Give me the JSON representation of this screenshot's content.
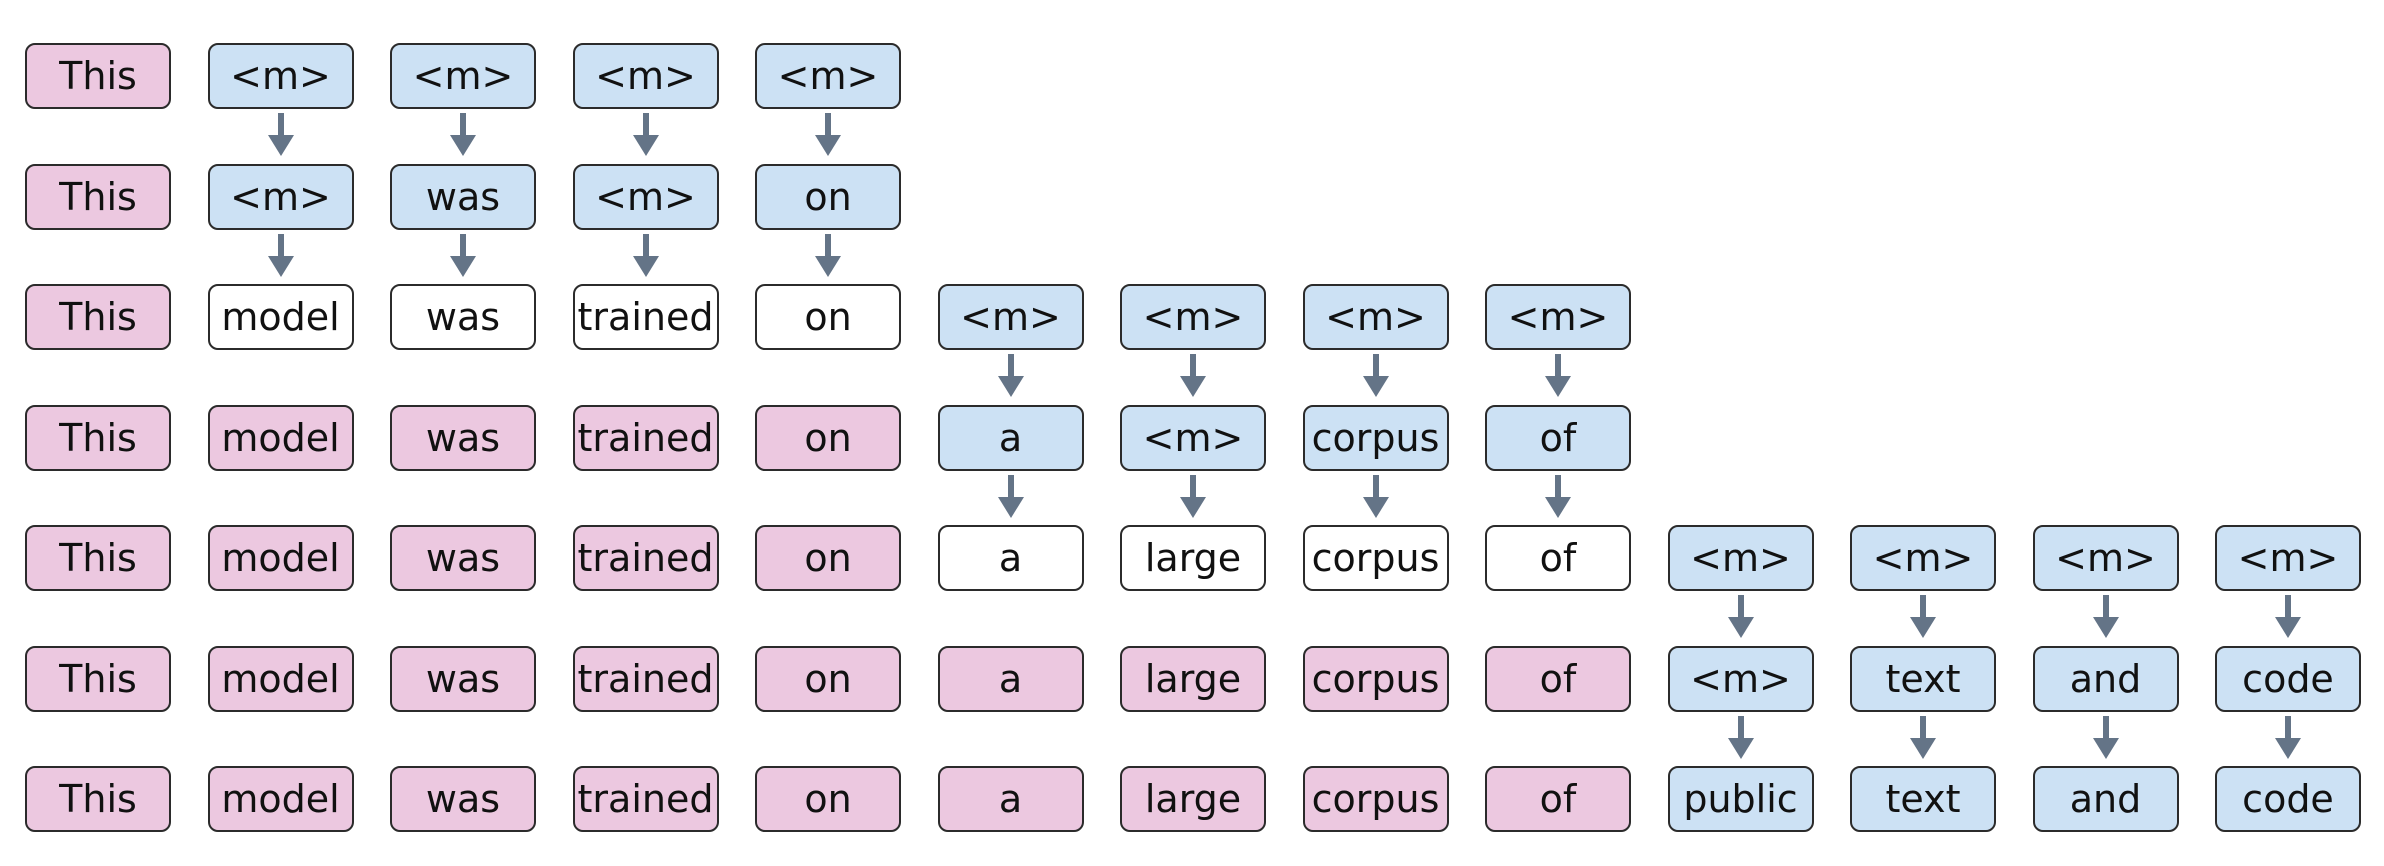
{
  "colors": {
    "prompt": "#ecc8e0",
    "masked": "#cce1f4",
    "fixed": "#ffffff",
    "border": "#2b2b2b",
    "arrow": "#647487"
  },
  "rows": [
    {
      "tokens": [
        {
          "text": "This",
          "kind": "prompt",
          "col": 0
        },
        {
          "text": "<m>",
          "kind": "masked",
          "col": 1
        },
        {
          "text": "<m>",
          "kind": "masked",
          "col": 2
        },
        {
          "text": "<m>",
          "kind": "masked",
          "col": 3
        },
        {
          "text": "<m>",
          "kind": "masked",
          "col": 4
        }
      ]
    },
    {
      "tokens": [
        {
          "text": "This",
          "kind": "prompt",
          "col": 0
        },
        {
          "text": "<m>",
          "kind": "masked",
          "col": 1
        },
        {
          "text": "was",
          "kind": "masked",
          "col": 2
        },
        {
          "text": "<m>",
          "kind": "masked",
          "col": 3
        },
        {
          "text": "on",
          "kind": "masked",
          "col": 4
        }
      ]
    },
    {
      "tokens": [
        {
          "text": "This",
          "kind": "prompt",
          "col": 0
        },
        {
          "text": "model",
          "kind": "fixed",
          "col": 1
        },
        {
          "text": "was",
          "kind": "fixed",
          "col": 2
        },
        {
          "text": "trained",
          "kind": "fixed",
          "col": 3
        },
        {
          "text": "on",
          "kind": "fixed",
          "col": 4
        },
        {
          "text": "<m>",
          "kind": "masked",
          "col": 5
        },
        {
          "text": "<m>",
          "kind": "masked",
          "col": 6
        },
        {
          "text": "<m>",
          "kind": "masked",
          "col": 7
        },
        {
          "text": "<m>",
          "kind": "masked",
          "col": 8
        }
      ]
    },
    {
      "tokens": [
        {
          "text": "This",
          "kind": "prompt",
          "col": 0
        },
        {
          "text": "model",
          "kind": "prompt",
          "col": 1
        },
        {
          "text": "was",
          "kind": "prompt",
          "col": 2
        },
        {
          "text": "trained",
          "kind": "prompt",
          "col": 3
        },
        {
          "text": "on",
          "kind": "prompt",
          "col": 4
        },
        {
          "text": "a",
          "kind": "masked",
          "col": 5
        },
        {
          "text": "<m>",
          "kind": "masked",
          "col": 6
        },
        {
          "text": "corpus",
          "kind": "masked",
          "col": 7
        },
        {
          "text": "of",
          "kind": "masked",
          "col": 8
        }
      ]
    },
    {
      "tokens": [
        {
          "text": "This",
          "kind": "prompt",
          "col": 0
        },
        {
          "text": "model",
          "kind": "prompt",
          "col": 1
        },
        {
          "text": "was",
          "kind": "prompt",
          "col": 2
        },
        {
          "text": "trained",
          "kind": "prompt",
          "col": 3
        },
        {
          "text": "on",
          "kind": "prompt",
          "col": 4
        },
        {
          "text": "a",
          "kind": "fixed",
          "col": 5
        },
        {
          "text": "large",
          "kind": "fixed",
          "col": 6
        },
        {
          "text": "corpus",
          "kind": "fixed",
          "col": 7
        },
        {
          "text": "of",
          "kind": "fixed",
          "col": 8
        },
        {
          "text": "<m>",
          "kind": "masked",
          "col": 9
        },
        {
          "text": "<m>",
          "kind": "masked",
          "col": 10
        },
        {
          "text": "<m>",
          "kind": "masked",
          "col": 11
        },
        {
          "text": "<m>",
          "kind": "masked",
          "col": 12
        }
      ]
    },
    {
      "tokens": [
        {
          "text": "This",
          "kind": "prompt",
          "col": 0
        },
        {
          "text": "model",
          "kind": "prompt",
          "col": 1
        },
        {
          "text": "was",
          "kind": "prompt",
          "col": 2
        },
        {
          "text": "trained",
          "kind": "prompt",
          "col": 3
        },
        {
          "text": "on",
          "kind": "prompt",
          "col": 4
        },
        {
          "text": "a",
          "kind": "prompt",
          "col": 5
        },
        {
          "text": "large",
          "kind": "prompt",
          "col": 6
        },
        {
          "text": "corpus",
          "kind": "prompt",
          "col": 7
        },
        {
          "text": "of",
          "kind": "prompt",
          "col": 8
        },
        {
          "text": "<m>",
          "kind": "masked",
          "col": 9
        },
        {
          "text": "text",
          "kind": "masked",
          "col": 10
        },
        {
          "text": "and",
          "kind": "masked",
          "col": 11
        },
        {
          "text": "code",
          "kind": "masked",
          "col": 12
        }
      ]
    },
    {
      "tokens": [
        {
          "text": "This",
          "kind": "prompt",
          "col": 0
        },
        {
          "text": "model",
          "kind": "prompt",
          "col": 1
        },
        {
          "text": "was",
          "kind": "prompt",
          "col": 2
        },
        {
          "text": "trained",
          "kind": "prompt",
          "col": 3
        },
        {
          "text": "on",
          "kind": "prompt",
          "col": 4
        },
        {
          "text": "a",
          "kind": "prompt",
          "col": 5
        },
        {
          "text": "large",
          "kind": "prompt",
          "col": 6
        },
        {
          "text": "corpus",
          "kind": "prompt",
          "col": 7
        },
        {
          "text": "of",
          "kind": "prompt",
          "col": 8
        },
        {
          "text": "public",
          "kind": "masked",
          "col": 9
        },
        {
          "text": "text",
          "kind": "masked",
          "col": 10
        },
        {
          "text": "and",
          "kind": "masked",
          "col": 11
        },
        {
          "text": "code",
          "kind": "masked",
          "col": 12
        }
      ]
    }
  ],
  "arrows": [
    {
      "row": 0,
      "cols": [
        1,
        2,
        3,
        4
      ]
    },
    {
      "row": 1,
      "cols": [
        1,
        2,
        3,
        4
      ]
    },
    {
      "row": 2,
      "cols": [
        5,
        6,
        7,
        8
      ]
    },
    {
      "row": 3,
      "cols": [
        5,
        6,
        7,
        8
      ]
    },
    {
      "row": 4,
      "cols": [
        9,
        10,
        11,
        12
      ]
    },
    {
      "row": 5,
      "cols": [
        9,
        10,
        11,
        12
      ]
    }
  ]
}
